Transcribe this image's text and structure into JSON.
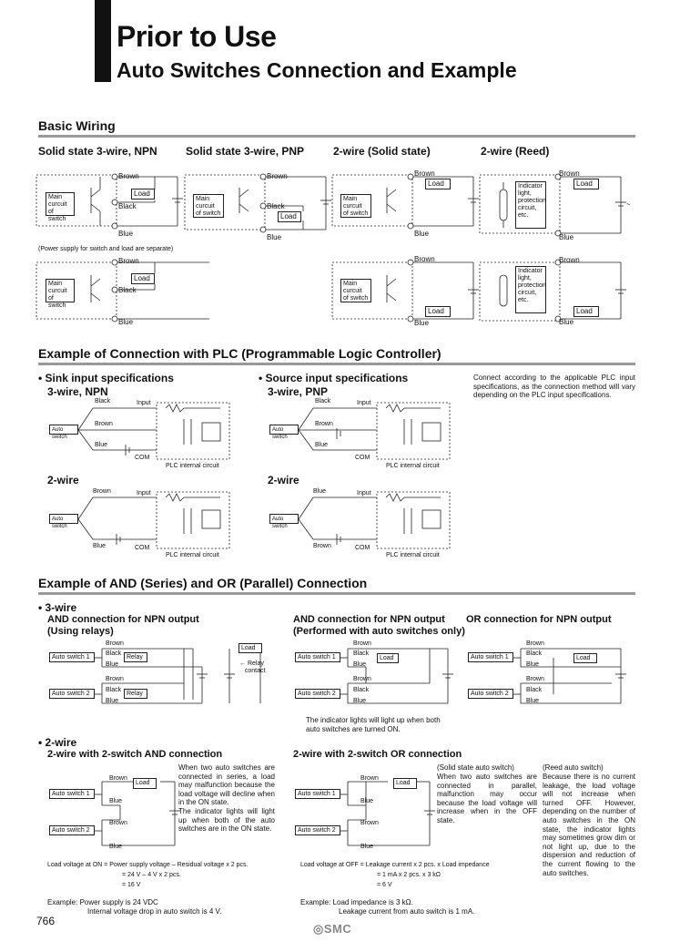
{
  "header": {
    "title": "Prior to Use",
    "subtitle": "Auto Switches Connection and Example"
  },
  "basic": {
    "section": "Basic Wiring",
    "col1": "Solid state 3-wire, NPN",
    "col2": "Solid state 3-wire, PNP",
    "col3": "2-wire (Solid state)",
    "col4": "2-wire (Reed)",
    "brown": "Brown",
    "black": "Black",
    "blue": "Blue",
    "load": "Load",
    "main1": "Main",
    "main2": "curcuit",
    "main3": "of switch",
    "ind1": "Indicator",
    "ind2": "light,",
    "ind3": "protection",
    "ind4": "circuit,",
    "ind5": "etc.",
    "sep_note": "(Power supply for switch and load are separate)",
    "ac": "~"
  },
  "plc": {
    "section": "Example of Connection with PLC (Programmable Logic Controller)",
    "sink": "• Sink input specifications",
    "sink_sub": "3-wire, NPN",
    "source": "• Source input specifications",
    "source_sub": "3-wire, PNP",
    "two_wire": "2-wire",
    "note": "Connect according to the applicable PLC input specifications, as the connection method will vary depending on the PLC input specifications.",
    "input": "Input",
    "com": "COM",
    "plc_circuit": "PLC internal circuit",
    "auto_switch": "Auto switch",
    "black": "Black",
    "brown": "Brown",
    "blue": "Blue"
  },
  "andor": {
    "section": "Example of AND (Series) and OR (Parallel) Connection",
    "three": "• 3-wire",
    "and_npn": "AND connection for NPN output",
    "and_npn_sub": "(Using relays)",
    "and_npn2": "AND connection for NPN output",
    "and_npn2_sub": "(Performed with auto switches only)",
    "or_npn": "OR connection for NPN output",
    "as1": "Auto switch 1",
    "as2": "Auto switch 2",
    "brown": "Brown",
    "black": "Black",
    "blue": "Blue",
    "relay": "Relay",
    "load": "Load",
    "relay_contact1": "Relay",
    "relay_contact2": "contact",
    "lights_note": "The indicator lights will light up when both auto switches are turned ON.",
    "two": "• 2-wire",
    "two_and": "2-wire with 2-switch AND connection",
    "two_or": "2-wire with 2-switch OR connection",
    "and_text": "When two auto switches are connected in series, a load may malfunction because the load voltage will decline when in the ON state.",
    "and_text2": "The indicator lights will light up when both of the auto switches are in the ON state.",
    "solid_title": "(Solid state auto switch)",
    "solid_text": "When two auto switches are connected in parallel, malfunction may occur because the load voltage will increase when in the OFF state.",
    "reed_title": "(Reed auto switch)",
    "reed_text": "Because there is no current leakage, the load voltage will not increase when turned OFF. However, depending on the number of auto switches in the ON state, the indicator lights may sometimes grow dim or not light up, due to the dispersion and reduction of the current flowing to the auto switches.",
    "on_f1": "Load voltage at ON = Power supply voltage – Residual voltage x 2 pcs.",
    "on_f2": "= 24 V – 4 V x 2 pcs.",
    "on_f3": "= 16 V",
    "off_f1": "Load voltage at OFF = Leakage current x 2 pcs. x Load impedance",
    "off_f2": "= 1 mA x 2 pcs. x 3 kΩ",
    "off_f3": "= 6 V",
    "ex1a": "Example: Power supply is 24 VDC",
    "ex1b": "Internal voltage drop in auto switch is 4 V.",
    "ex2a": "Example: Load impedance is 3 kΩ.",
    "ex2b": "Leakage current from auto switch is 1 mA."
  },
  "footer": {
    "page": "766",
    "logo": "SMC"
  }
}
